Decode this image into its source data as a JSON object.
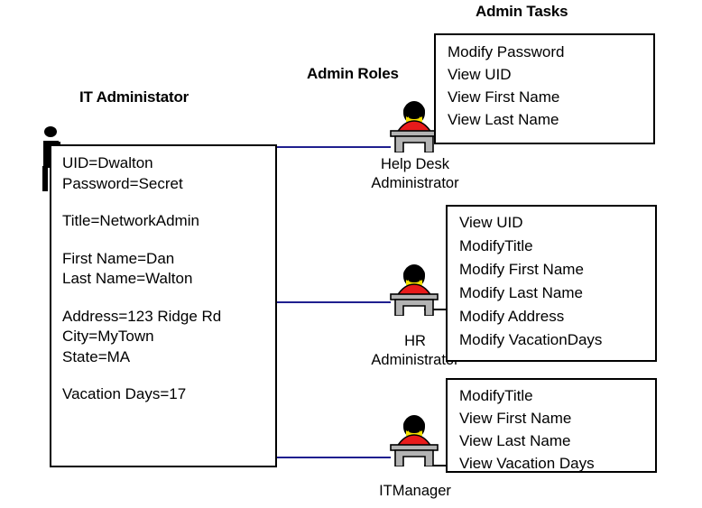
{
  "headings": {
    "it_administator": "IT Administator",
    "admin_roles": "Admin Roles",
    "admin_tasks": "Admin Tasks"
  },
  "user_attributes": {
    "group1": [
      "UID=Dwalton",
      "Password=Secret"
    ],
    "group2": [
      "Title=NetworkAdmin"
    ],
    "group3": [
      "First Name=Dan",
      "Last Name=Walton"
    ],
    "group4": [
      "Address=123 Ridge Rd",
      "City=MyTown",
      "State=MA"
    ],
    "group5": [
      "Vacation Days=17"
    ]
  },
  "roles": [
    {
      "id": "help-desk",
      "label_line1": "Help  Desk",
      "label_line2": "Administrator",
      "tasks": [
        "Modify Password",
        "View UID",
        "View First Name",
        "View Last Name"
      ]
    },
    {
      "id": "hr",
      "label_line1": "HR",
      "label_line2": "Administrator",
      "tasks": [
        "View UID",
        "ModifyTitle",
        "Modify First Name",
        "Modify Last Name",
        "Modify Address",
        "Modify VacationDays"
      ]
    },
    {
      "id": "it-manager",
      "label_line1": "ITManager",
      "label_line2": "",
      "tasks": [
        "ModifyTitle",
        "View First Name",
        "View Last Name",
        "View Vacation Days"
      ]
    }
  ],
  "colors": {
    "connector": "#1f1f8f",
    "outline": "#000000",
    "background": "#ffffff",
    "icon_hair": "#000000",
    "icon_face": "#f7e200",
    "icon_shirt": "#e81b1b",
    "icon_desk": "#b3b3b3"
  }
}
